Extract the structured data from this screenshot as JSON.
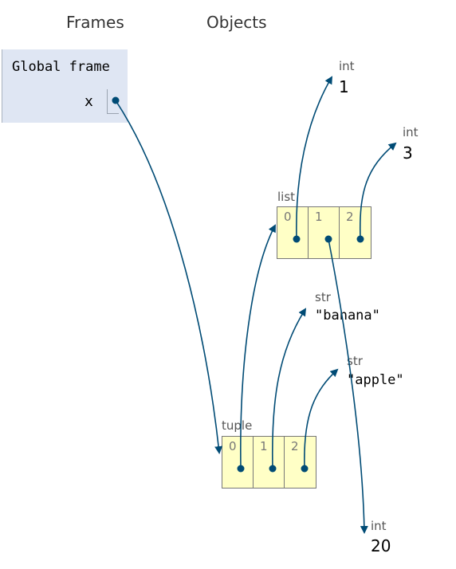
{
  "headers": {
    "frames": "Frames",
    "objects": "Objects"
  },
  "global_frame": {
    "title": "Global frame",
    "variables": [
      {
        "name": "x"
      }
    ]
  },
  "objects": {
    "int_1": {
      "type": "int",
      "value": "1"
    },
    "int_3": {
      "type": "int",
      "value": "3"
    },
    "list": {
      "type": "list",
      "indices": [
        "0",
        "1",
        "2"
      ]
    },
    "str_banana": {
      "type": "str",
      "value": "\"banana\""
    },
    "str_apple": {
      "type": "str",
      "value": "\"apple\""
    },
    "tuple": {
      "type": "tuple",
      "indices": [
        "0",
        "1",
        "2"
      ]
    },
    "int_20": {
      "type": "int",
      "value": "20"
    }
  },
  "colors": {
    "arrow": "#004b75",
    "frame_bg": "#dfe6f3",
    "heap_bg": "#ffffc6"
  },
  "references": [
    {
      "from": "global_frame.x",
      "to": "tuple"
    },
    {
      "from": "tuple.0",
      "to": "list"
    },
    {
      "from": "tuple.1",
      "to": "str_banana"
    },
    {
      "from": "tuple.2",
      "to": "str_apple"
    },
    {
      "from": "list.0",
      "to": "int_1"
    },
    {
      "from": "list.1",
      "to": "int_20"
    },
    {
      "from": "list.2",
      "to": "int_3"
    }
  ]
}
